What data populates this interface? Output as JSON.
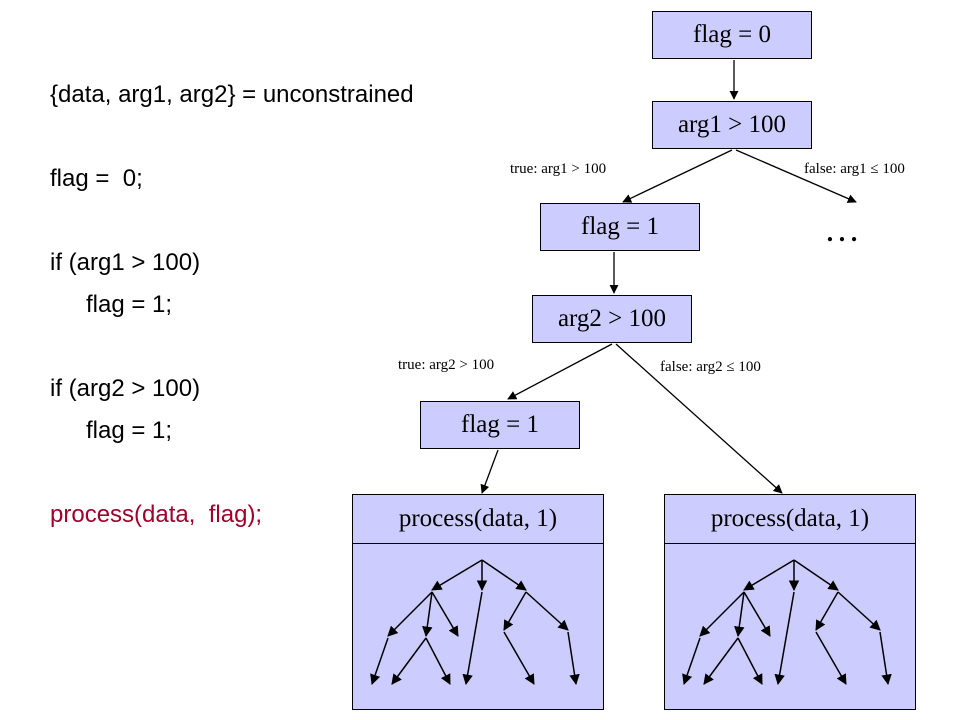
{
  "code": {
    "line1": "{data, arg1, arg2} = unconstrained",
    "line2": "flag =  0;",
    "line3": "if (arg1 > 100)",
    "line4": "flag = 1;",
    "line5": "if (arg2 > 100)",
    "line6": "flag = 1;",
    "line7": "process(data,  flag);",
    "highlight_color": "#a0002a"
  },
  "diagram": {
    "node_flag0": "flag = 0",
    "node_arg1": "arg1 > 100",
    "edge_true_arg1": "true: arg1 > 100",
    "edge_false_arg1": "false: arg1  ≤  100",
    "node_flag1_a": "flag = 1",
    "ellipsis": "…",
    "node_arg2": "arg2 > 100",
    "edge_true_arg2": "true: arg2 > 100",
    "edge_false_arg2": "false: arg2  ≤  100",
    "node_flag1_b": "flag = 1",
    "process_left": "process(data, 1)",
    "process_right": "process(data, 1)",
    "node_color": "#ccccff"
  }
}
